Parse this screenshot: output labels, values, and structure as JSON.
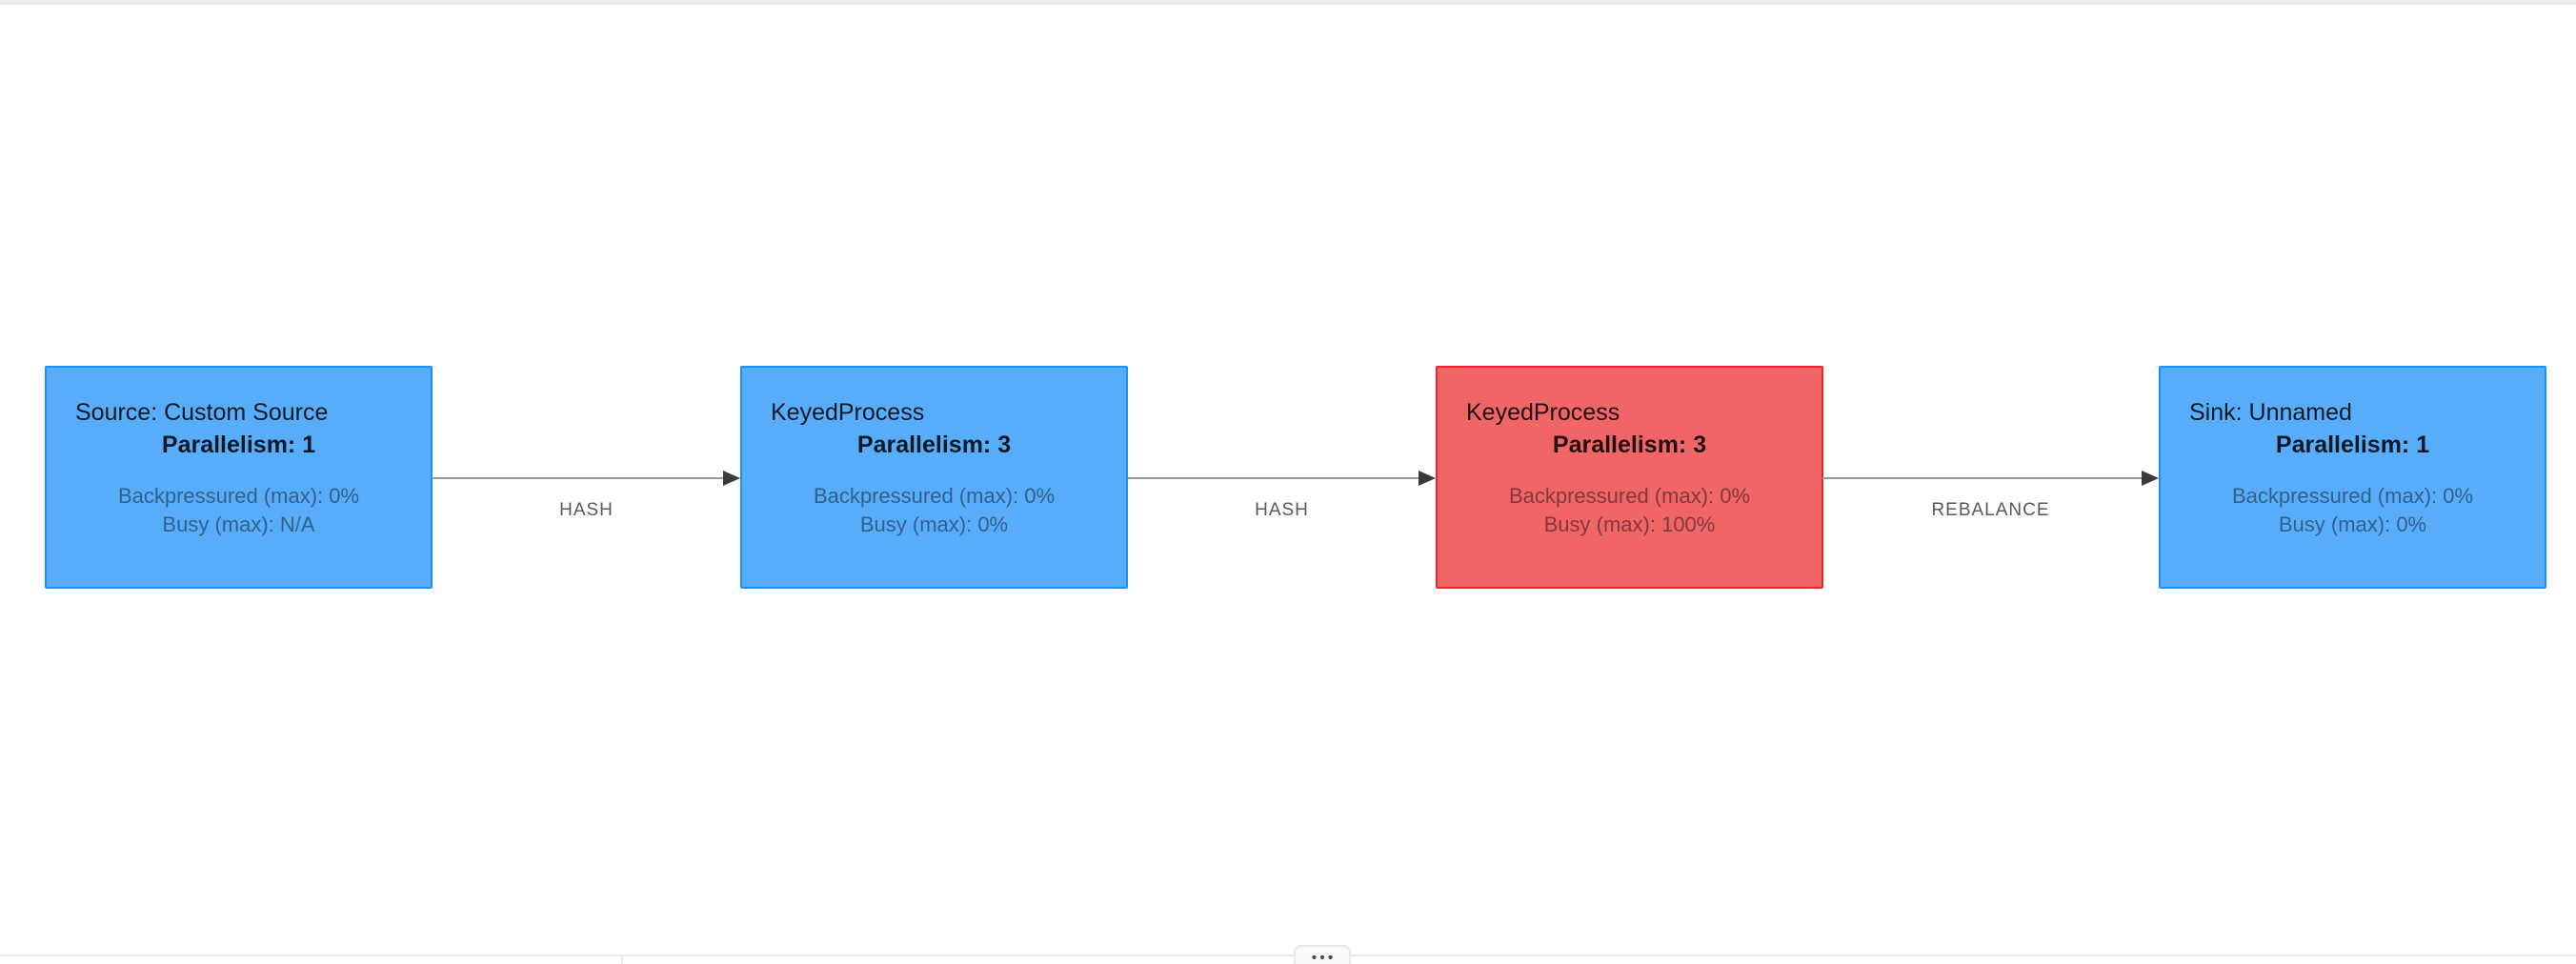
{
  "nodes": [
    {
      "name": "Source: Custom Source",
      "parallelism": "Parallelism: 1",
      "backpressured": "Backpressured (max): 0%",
      "busy": "Busy (max): N/A",
      "status": "normal"
    },
    {
      "name": "KeyedProcess",
      "parallelism": "Parallelism: 3",
      "backpressured": "Backpressured (max): 0%",
      "busy": "Busy (max): 0%",
      "status": "normal"
    },
    {
      "name": "KeyedProcess",
      "parallelism": "Parallelism: 3",
      "backpressured": "Backpressured (max): 0%",
      "busy": "Busy (max): 100%",
      "status": "busy"
    },
    {
      "name": "Sink: Unnamed",
      "parallelism": "Parallelism: 1",
      "backpressured": "Backpressured (max): 0%",
      "busy": "Busy (max): 0%",
      "status": "normal"
    }
  ],
  "edges": [
    {
      "label": "HASH"
    },
    {
      "label": "HASH"
    },
    {
      "label": "REBALANCE"
    }
  ],
  "drawer": {
    "toggle_icon": "•••"
  },
  "colors": {
    "node_normal_fill": "#58adfa",
    "node_normal_border": "#1890ff",
    "node_busy_fill": "#f06566",
    "node_busy_border": "#f5222d",
    "edge_line": "#999999",
    "edge_arrowhead": "#3a3a3a",
    "edge_label_text": "#595959",
    "top_strip": "#ececec",
    "drawer_border": "#e8e8e8",
    "canvas_background": "#ffffff"
  }
}
